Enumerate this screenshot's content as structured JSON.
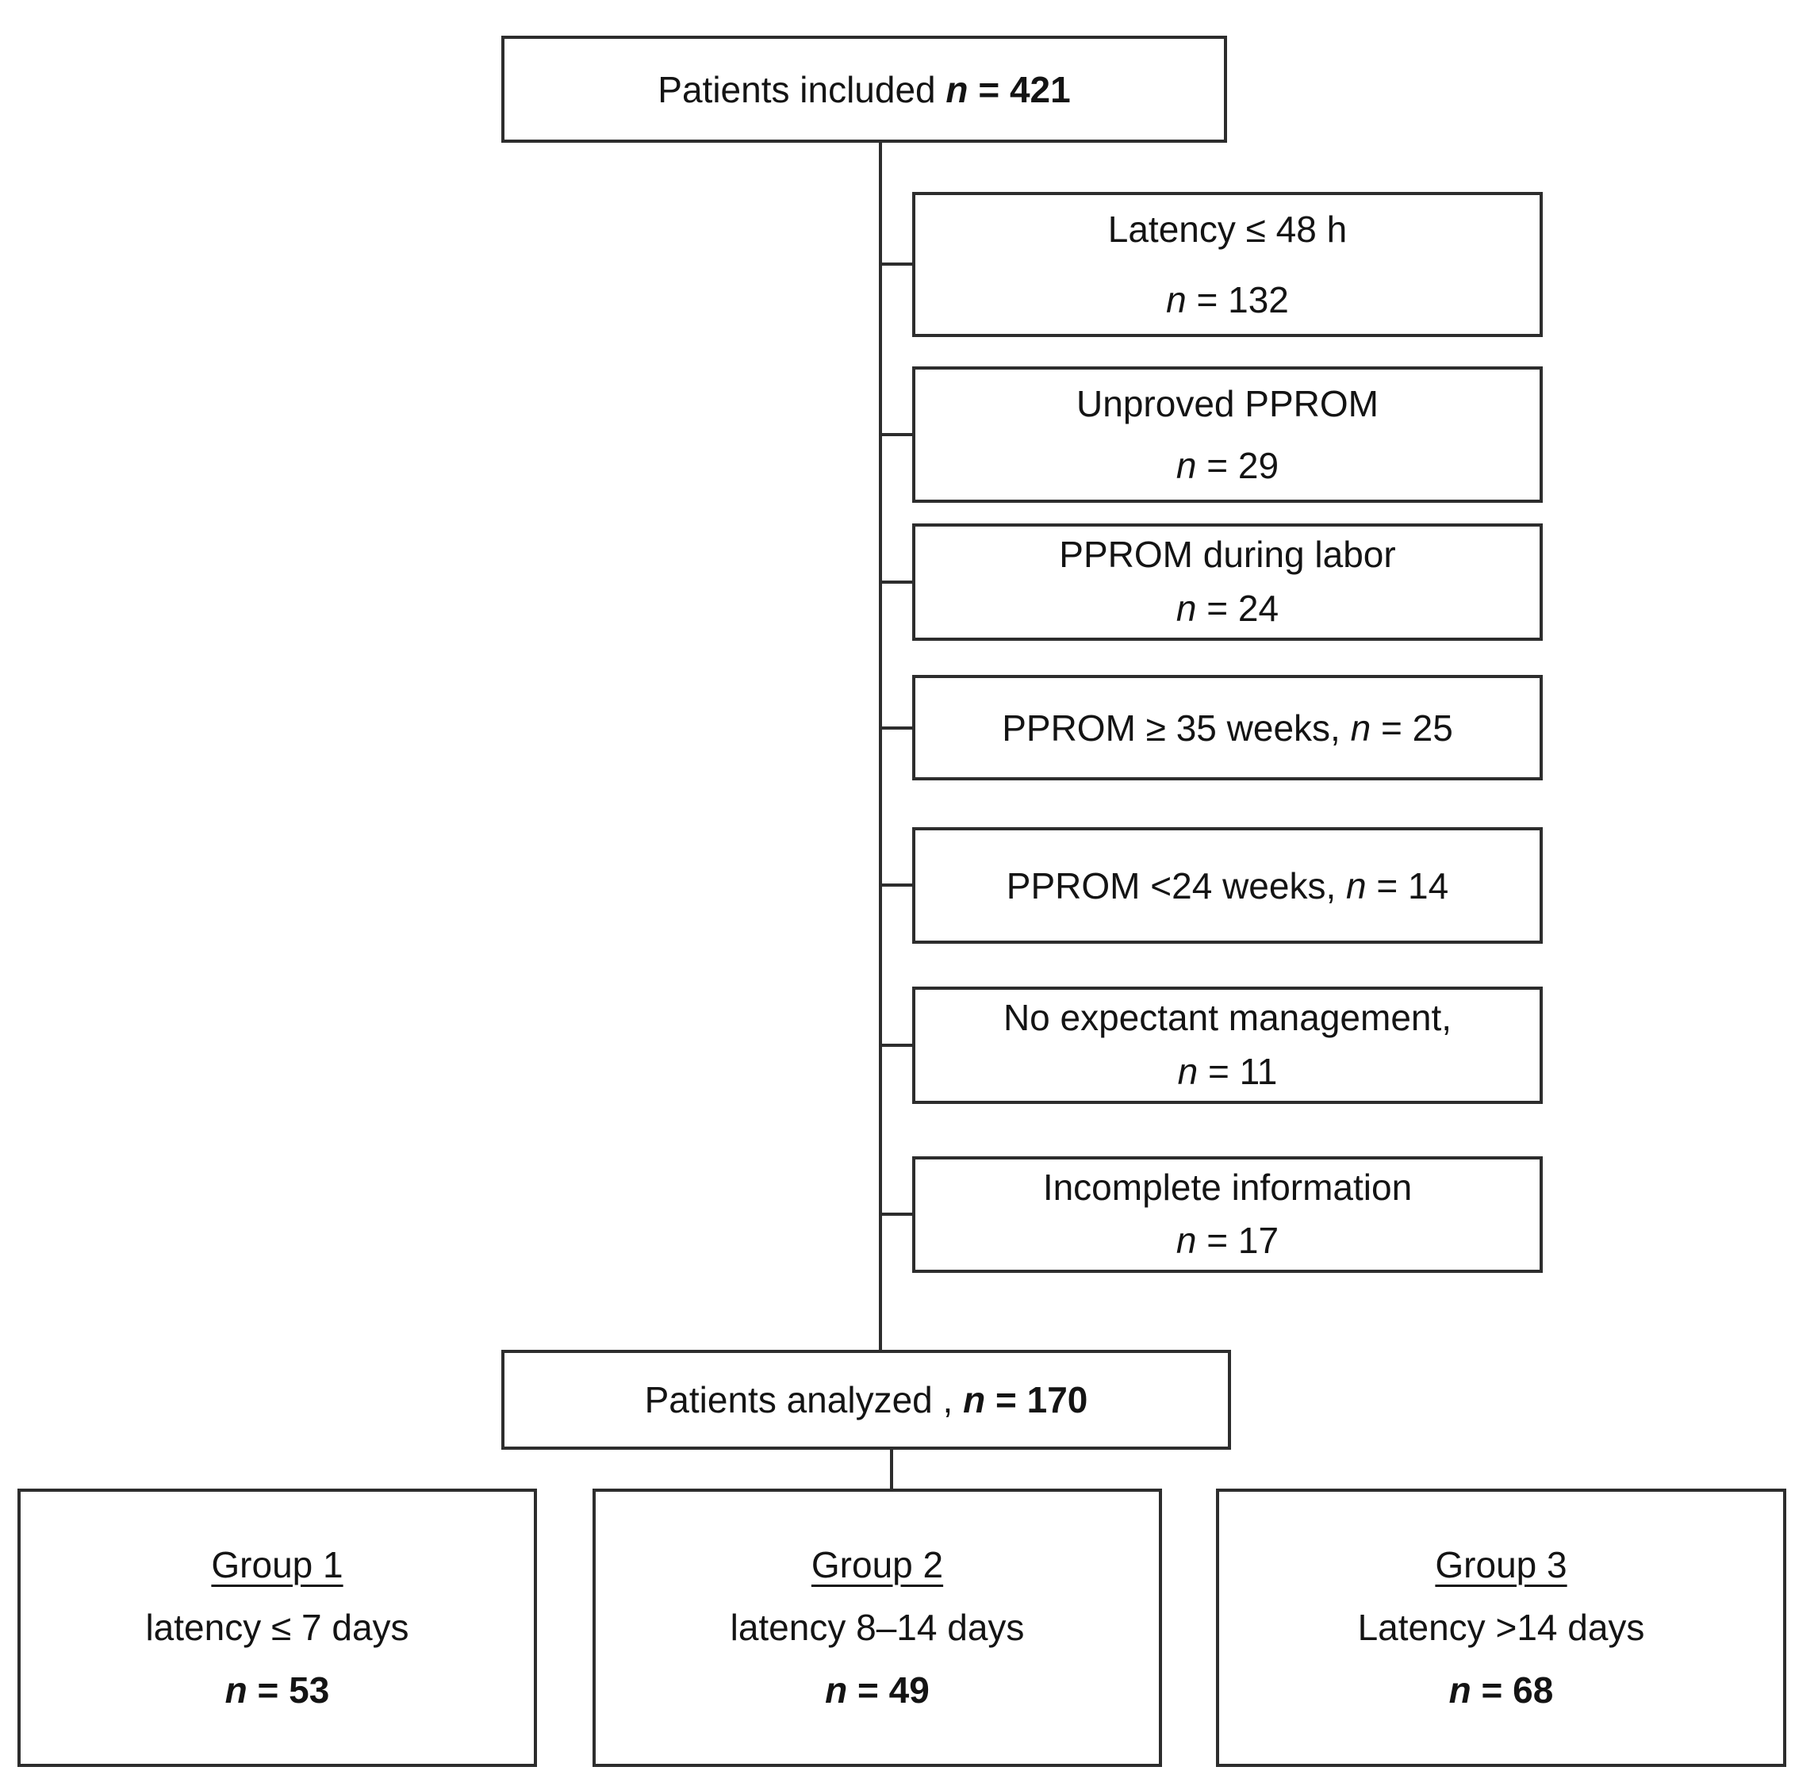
{
  "diagram": {
    "colors": {
      "border": "#2d2d2d",
      "text": "#141414",
      "background": "#ffffff"
    },
    "top": {
      "label": "Patients included",
      "n_symbol": "n",
      "n_value": "= 421"
    },
    "exclusions": [
      {
        "label": "Latency ≤ 48 h",
        "n_symbol": "n",
        "n_value": "= 132"
      },
      {
        "label": "Unproved PPROM",
        "n_symbol": "n",
        "n_value": "= 29"
      },
      {
        "label": "PPROM during labor",
        "n_symbol": "n",
        "n_value": "= 24"
      },
      {
        "label": "PPROM ≥ 35 weeks,",
        "n_symbol": "n",
        "n_value": "= 25"
      },
      {
        "label": "PPROM <24 weeks,",
        "n_symbol": "n",
        "n_value": "= 14"
      },
      {
        "label": "No expectant management,",
        "n_symbol": "n",
        "n_value": "= 11"
      },
      {
        "label": "Incomplete information",
        "n_symbol": "n",
        "n_value": "= 17"
      }
    ],
    "analyzed": {
      "label": "Patients analyzed ,",
      "n_symbol": "n",
      "n_value": "= 170"
    },
    "groups": [
      {
        "title": "Group 1",
        "criteria": "latency ≤ 7 days",
        "n_symbol": "n",
        "n_value": "= 53"
      },
      {
        "title": "Group 2",
        "criteria": "latency 8–14 days",
        "n_symbol": "n",
        "n_value": "= 49"
      },
      {
        "title": "Group 3",
        "criteria": "Latency >14 days",
        "n_symbol": "n",
        "n_value": "= 68"
      }
    ]
  }
}
